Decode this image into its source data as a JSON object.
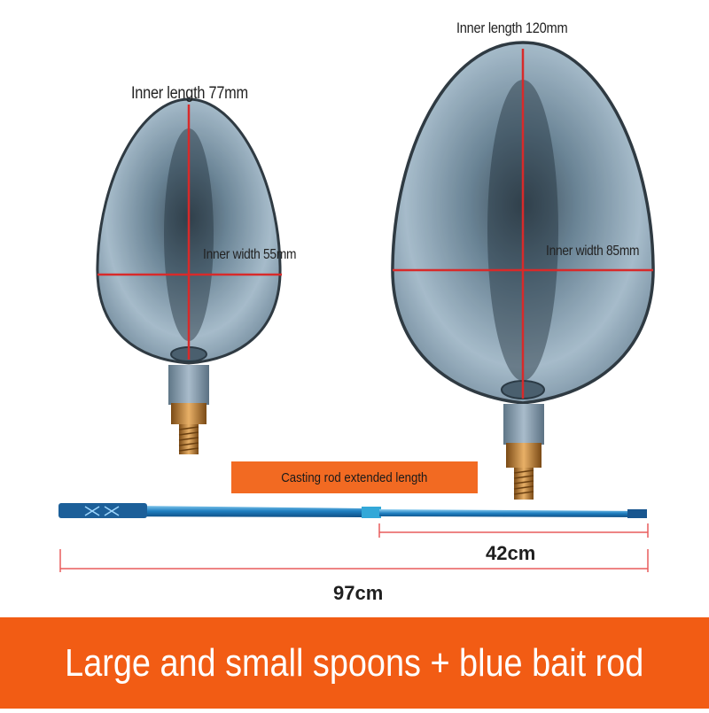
{
  "spoon_small": {
    "inner_length": "Inner length 77mm",
    "inner_width": "Inner width 55mm"
  },
  "spoon_large": {
    "inner_length": "Inner length 120mm",
    "inner_width": "Inner width 85mm"
  },
  "rod": {
    "tag_label": "Casting rod extended length",
    "collapsed_length": "42cm",
    "extended_length": "97cm"
  },
  "banner": {
    "text": "Large and small spoons + blue bait rod"
  },
  "colors": {
    "accent_orange": "#f25c14",
    "rod_blue": "#1f7fc0",
    "spoon_tint": "#6f8fa5",
    "measure_red": "#d82a2a"
  }
}
